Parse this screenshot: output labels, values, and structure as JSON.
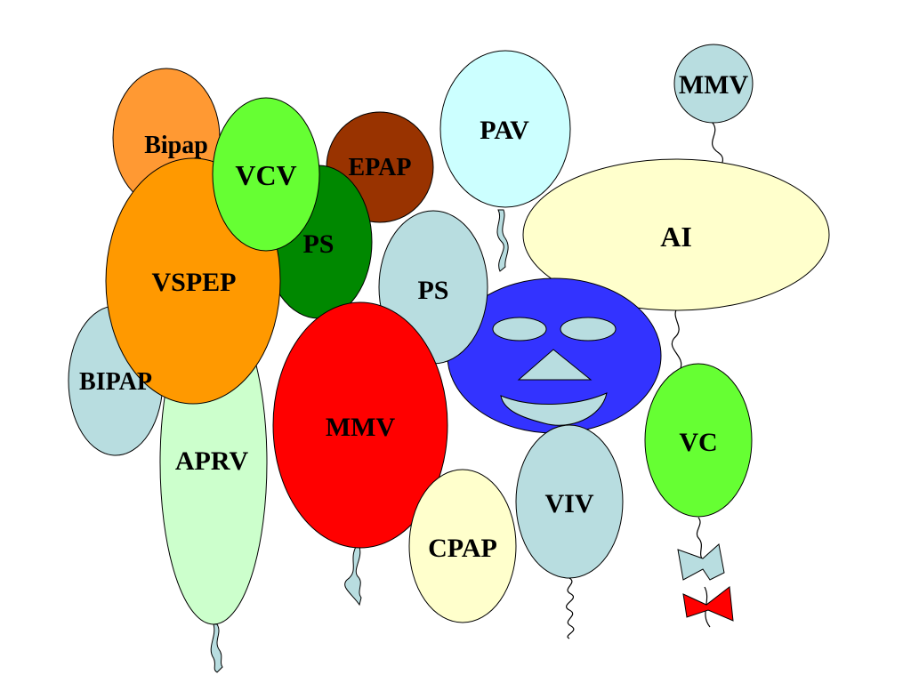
{
  "colors": {
    "orange_light": "#ff9933",
    "orange": "#ff9900",
    "lime": "#66ff33",
    "brown": "#993300",
    "green": "#008800",
    "light_blue": "#b8dde0",
    "pale_cyan": "#ccffff",
    "cream": "#ffffcc",
    "pale_green": "#ccffcc",
    "red": "#ff0000",
    "blue": "#3333ff",
    "bow_blue": "#b8dde0",
    "bow_red": "#ff0000"
  },
  "balloons": {
    "bipap": "Bipap",
    "vcv": "VCV",
    "epap": "EPAP",
    "ps_green": "PS",
    "vspep": "VSPEP",
    "bipap_upper": "BIPAP",
    "aprv": "APRV",
    "ps_blue": "PS",
    "pav": "PAV",
    "mmv_small": "MMV",
    "ai": "AI",
    "mmv_red": "MMV",
    "cpap": "CPAP",
    "viv": "VIV",
    "vc": "VC"
  },
  "icons": {
    "face": "smiley-face-balloon",
    "bow": "bow-tie-icon"
  }
}
